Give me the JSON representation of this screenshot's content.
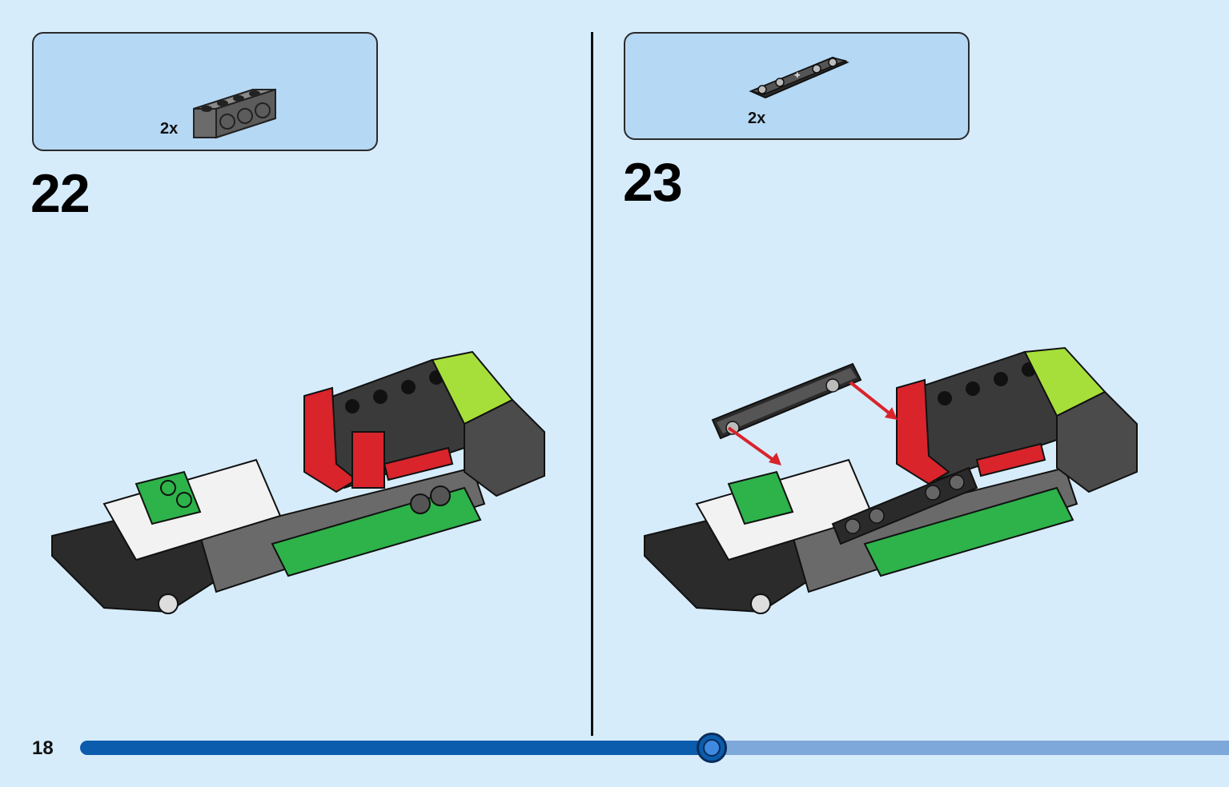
{
  "page_number": "18",
  "steps": [
    {
      "number": "22",
      "parts": [
        {
          "qty": "2x",
          "part_icon": "technic-brick-1x4-dark-grey-icon"
        }
      ]
    },
    {
      "number": "23",
      "parts": [
        {
          "qty": "2x",
          "part_icon": "technic-liftarm-1x5-black-icon"
        }
      ]
    }
  ],
  "progress": {
    "fraction": 0.55
  },
  "colors": {
    "background": "#d7ecfb",
    "parts_box": "#b5d8f4",
    "progress_done": "#0b5cad",
    "progress_remaining": "#7ea7da",
    "arrow": "#d9242b"
  }
}
